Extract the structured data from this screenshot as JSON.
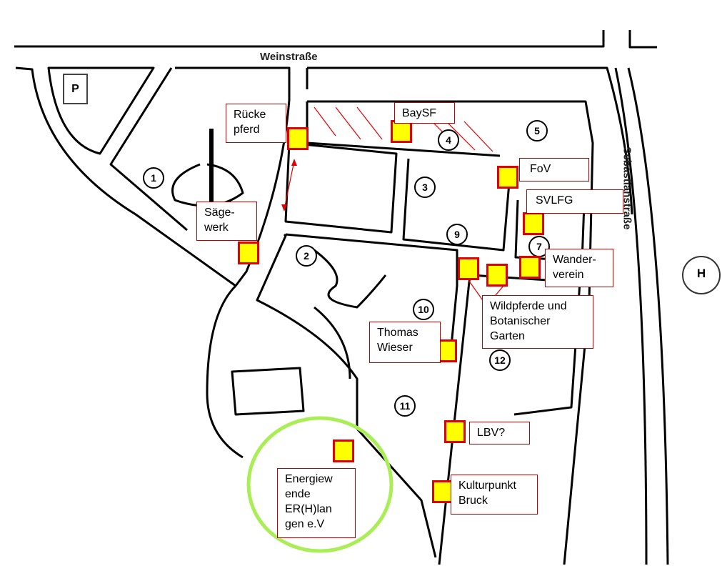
{
  "streets": {
    "top": "Weinstraße",
    "right": "Sebastianstraße"
  },
  "symbols": {
    "parking": "P",
    "stop": "H"
  },
  "area_numbers": [
    "1",
    "2",
    "3",
    "4",
    "5",
    "7",
    "9",
    "10",
    "11",
    "12"
  ],
  "labels": {
    "rueckepferd": "Rücke\npferd",
    "baysf": "BaySF",
    "fov": "FoV",
    "svlfg": "SVLFG",
    "saegewerk": "Säge-\nwerk",
    "wanderverein": "Wander-\nverein",
    "wildpferde": "Wildpferde und\nBotanischer\nGarten",
    "wieser": "Thomas\nWieser",
    "lbv": "LBV?",
    "kulturpunkt": "Kulturpunkt\nBruck",
    "energiewende": "Energiew\nende\nER(H)lan\ngen e.V"
  },
  "colors": {
    "marker_fill": "#ffff00",
    "marker_border": "#e00000",
    "label_border": "#c00000",
    "highlight_circle": "#aaee55"
  }
}
